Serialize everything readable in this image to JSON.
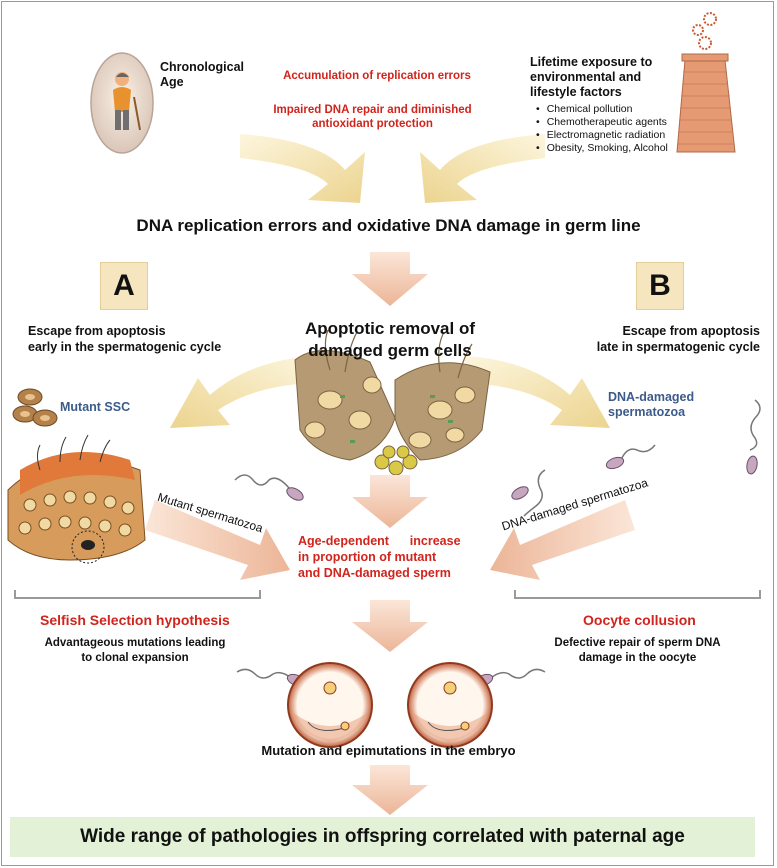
{
  "top": {
    "age_label": "Chronological\nAge",
    "errors_1": "Accumulation of replication errors",
    "errors_2": "Impaired DNA repair and diminished antioxidant protection",
    "lifestyle_title": "Lifetime exposure to environmental and lifestyle factors",
    "factors": [
      "Chemical pollution",
      "Chemotherapeutic agents",
      "Electromagnetic radiation",
      "Obesity, Smoking, Alcohol"
    ]
  },
  "main_heading": "DNA replication errors and oxidative DNA damage in germ line",
  "panel_a": {
    "letter": "A",
    "escape": "Escape from apoptosis\nearly in the spermatogenic cycle",
    "mutant_ssc": "Mutant SSC",
    "mutant_sperm": "Mutant spermatozoa",
    "hypothesis": "Selfish Selection hypothesis",
    "hypothesis_desc": "Advantageous mutations leading\nto clonal expansion"
  },
  "panel_b": {
    "letter": "B",
    "escape": "Escape  from apoptosis\nlate in spermatogenic cycle",
    "damaged_sperm": "DNA-damaged\nspermatozoa",
    "damaged_sperm_arrow": "DNA-damaged spermatozoa",
    "hypothesis": "Oocyte collusion",
    "hypothesis_desc": "Defective repair of sperm DNA\ndamage in the oocyte"
  },
  "center": {
    "apoptotic": "Apoptotic removal of\ndamaged germ cells",
    "age_increase": "Age-dependent      increase\nin proportion of mutant\nand DNA-damaged sperm",
    "embryo": "Mutation and epimutations in the embryo"
  },
  "bottom": "Wide range of pathologies in offspring correlated with paternal age",
  "colors": {
    "red": "#d0241c",
    "blue": "#3b5b8a",
    "band": "#e3f2d6",
    "arrow_peach": "#f0c4a8",
    "arrow_yellow": "#f3e2a8"
  }
}
